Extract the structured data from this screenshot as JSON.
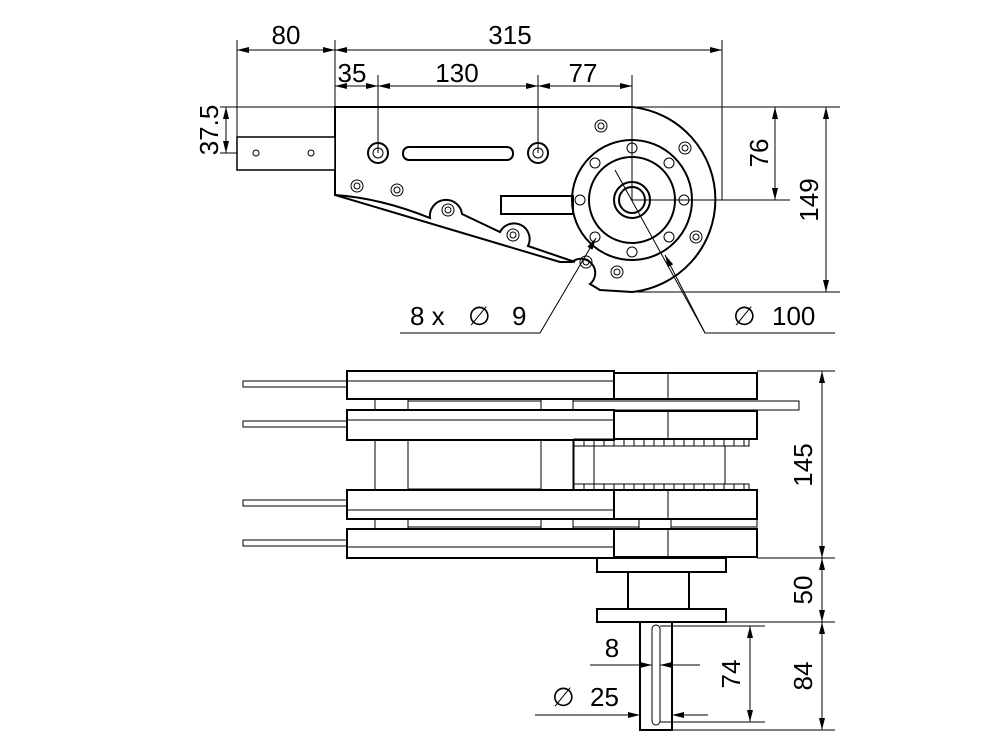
{
  "top_view": {
    "dim_overall_length": "315",
    "dim_arm_length": "80",
    "dim_first_hole": "35",
    "dim_hole_spacing": "130",
    "dim_hole_to_center": "77",
    "dim_arm_height": "37.5",
    "dim_center_height": "76",
    "dim_total_height": "149",
    "dim_holes": "8 x",
    "dim_holes_diameter": "9",
    "dim_flange_diameter": "100",
    "diameter_symbol": "∅"
  },
  "side_view": {
    "dim_stack_height": "145",
    "dim_flange_height": "50",
    "dim_shaft_length": "84",
    "dim_keyway_length": "74",
    "dim_keyway_width": "8",
    "dim_shaft_diameter": "25"
  },
  "colors": {
    "line": "#000000",
    "background": "#ffffff"
  }
}
